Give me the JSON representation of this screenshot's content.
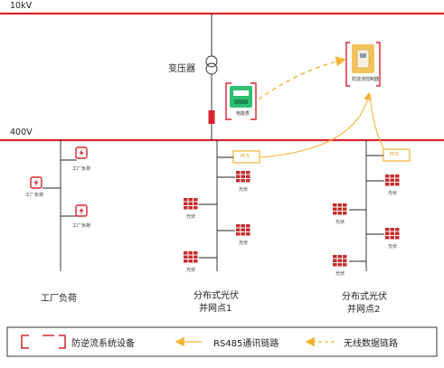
{
  "bus": {
    "high_voltage": "10kV",
    "low_voltage": "400V"
  },
  "transformer": {
    "label": "变压器"
  },
  "meter": {
    "label": "电能表"
  },
  "controller": {
    "label": "防逆流控制器"
  },
  "factory": {
    "load_label": "工厂负荷",
    "bottom_label": "工厂负荷"
  },
  "pv_sites": [
    {
      "title_line1": "分布式光伏",
      "title_line2": "并网点1",
      "pcs_label": "PCS",
      "pv_label": "光伏"
    },
    {
      "title_line1": "分布式光伏",
      "title_line2": "并网点2",
      "pcs_label": "PCS",
      "pv_label": "光伏"
    }
  ],
  "legend": {
    "device": "防逆流系统设备",
    "rs485": "RS485通讯链路",
    "wireless": "无线数据链路"
  },
  "colors": {
    "bus_red": "#d9232d",
    "accent_orange": "#f3b234",
    "meter_green": "#2fbf71",
    "panel_red": "#c62b2b"
  }
}
